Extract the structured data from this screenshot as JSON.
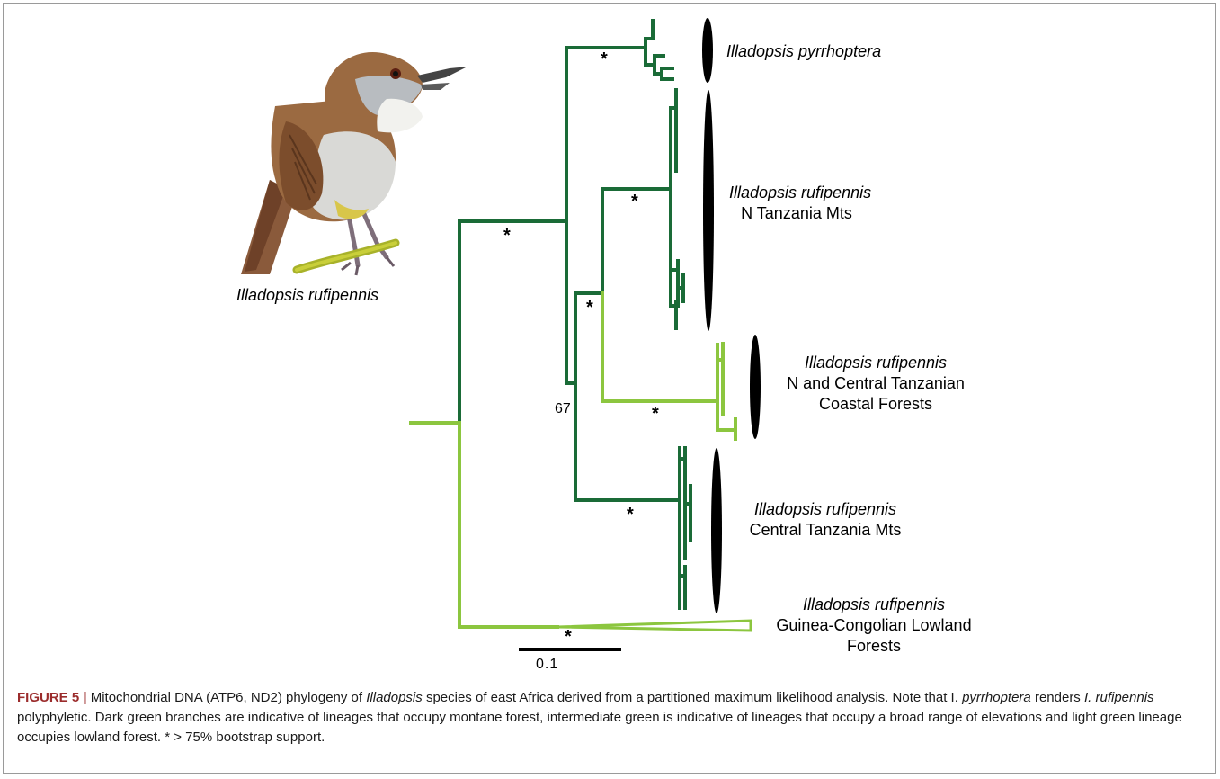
{
  "tree_colors": {
    "dark": "#1a6b37",
    "intermediate": "#2e8b3c",
    "light": "#8cc63f"
  },
  "illustration": {
    "caption": "Illadopsis rufipennis"
  },
  "clades": [
    {
      "name_italic": "Illadopsis pyrrhoptera",
      "sub": ""
    },
    {
      "name_italic": "Illadopsis rufipennis",
      "sub": "N Tanzania Mts"
    },
    {
      "name_italic": "Illadopsis rufipennis",
      "sub": "N and Central Tanzanian",
      "sub2": "Coastal Forests"
    },
    {
      "name_italic": "Illadopsis rufipennis",
      "sub": "Central Tanzania Mts"
    },
    {
      "name_italic": "Illadopsis rufipennis",
      "sub": "Guinea-Congolian Lowland",
      "sub2": "Forests"
    }
  ],
  "support_values": {
    "star": "*",
    "node_67": "67"
  },
  "scale_bar": {
    "label": "0.1"
  },
  "caption": {
    "figure_number": "FIGURE 5 |",
    "part1": " Mitochondrial DNA (ATP6, ND2) phylogeny of ",
    "genus": "Illadopsis",
    "part2": " species of east Africa derived from a partitioned maximum likelihood analysis. Note that I. ",
    "species_a": "pyrrhoptera",
    "part3": " renders ",
    "species_b": "I. rufipennis",
    "part4": " polyphyletic. Dark green branches are indicative of lineages that occupy montane forest, intermediate green is indicative of lineages that occupy a broad range of elevations and light green lineage occupies lowland forest. * > 75% bootstrap support."
  }
}
